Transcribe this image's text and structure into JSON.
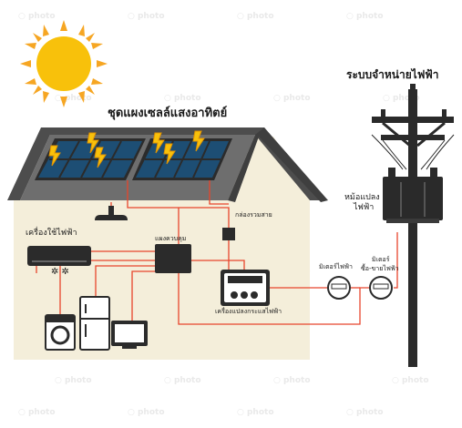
{
  "diagram": {
    "solar_panel_label": "ชุดแผงเซลล์แสงอาทิตย์",
    "grid_system_label": "ระบบจำหน่ายไฟฟ้า",
    "transformer_label_line1": "หม้อแปลง",
    "transformer_label_line2": "ไฟฟ้า",
    "appliances_label": "เครื่องใช้ไฟฟ้า",
    "control_box_label": "แผงควบคุม",
    "combiner_box_label": "กล่องรวมสาย",
    "inverter_label": "เครื่องแปลงกระแสไฟฟ้า",
    "meter1_label": "มิเตอร์ไฟฟ้า",
    "meter2_label_line1": "มิเตอร์",
    "meter2_label_line2": "ซื้อ-ขายไฟฟ้า",
    "ac_symbols": "✲ ✲"
  },
  "colors": {
    "wire": "#e8452c",
    "sun": "#f8c10b",
    "sun_rays": "#f6a623",
    "roof": "#5c5c5c",
    "wall": "#f4eeda",
    "panel": "#1d4e74",
    "pole": "#2a2a2a"
  },
  "icons": [
    "sun-icon",
    "lightning-icon",
    "lamp-icon",
    "air-conditioner-icon",
    "washing-machine-icon",
    "refrigerator-icon",
    "tv-icon",
    "meter-icon",
    "inverter-icon",
    "transformer-icon",
    "power-pole-icon"
  ]
}
